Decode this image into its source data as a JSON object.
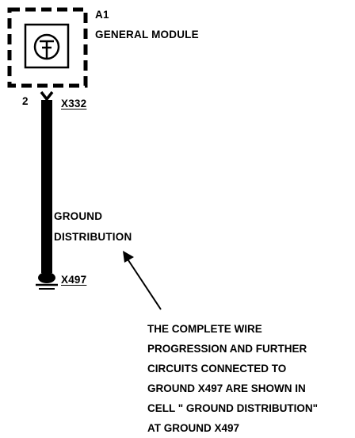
{
  "module": {
    "ref": "A1",
    "name": "GENERAL MODULE",
    "icon": "ground-symbol-icon"
  },
  "connector_top": {
    "pin": "2",
    "id": "X332"
  },
  "wire": {
    "label_line1": "GROUND",
    "label_line2": "DISTRIBUTION"
  },
  "ground_point": {
    "id": "X497"
  },
  "note": {
    "lines": [
      "THE COMPLETE WIRE",
      "PROGRESSION AND FURTHER",
      "CIRCUITS CONNECTED TO",
      "GROUND X497 ARE SHOWN IN",
      "CELL \" GROUND DISTRIBUTION\"",
      "AT GROUND X497"
    ]
  }
}
